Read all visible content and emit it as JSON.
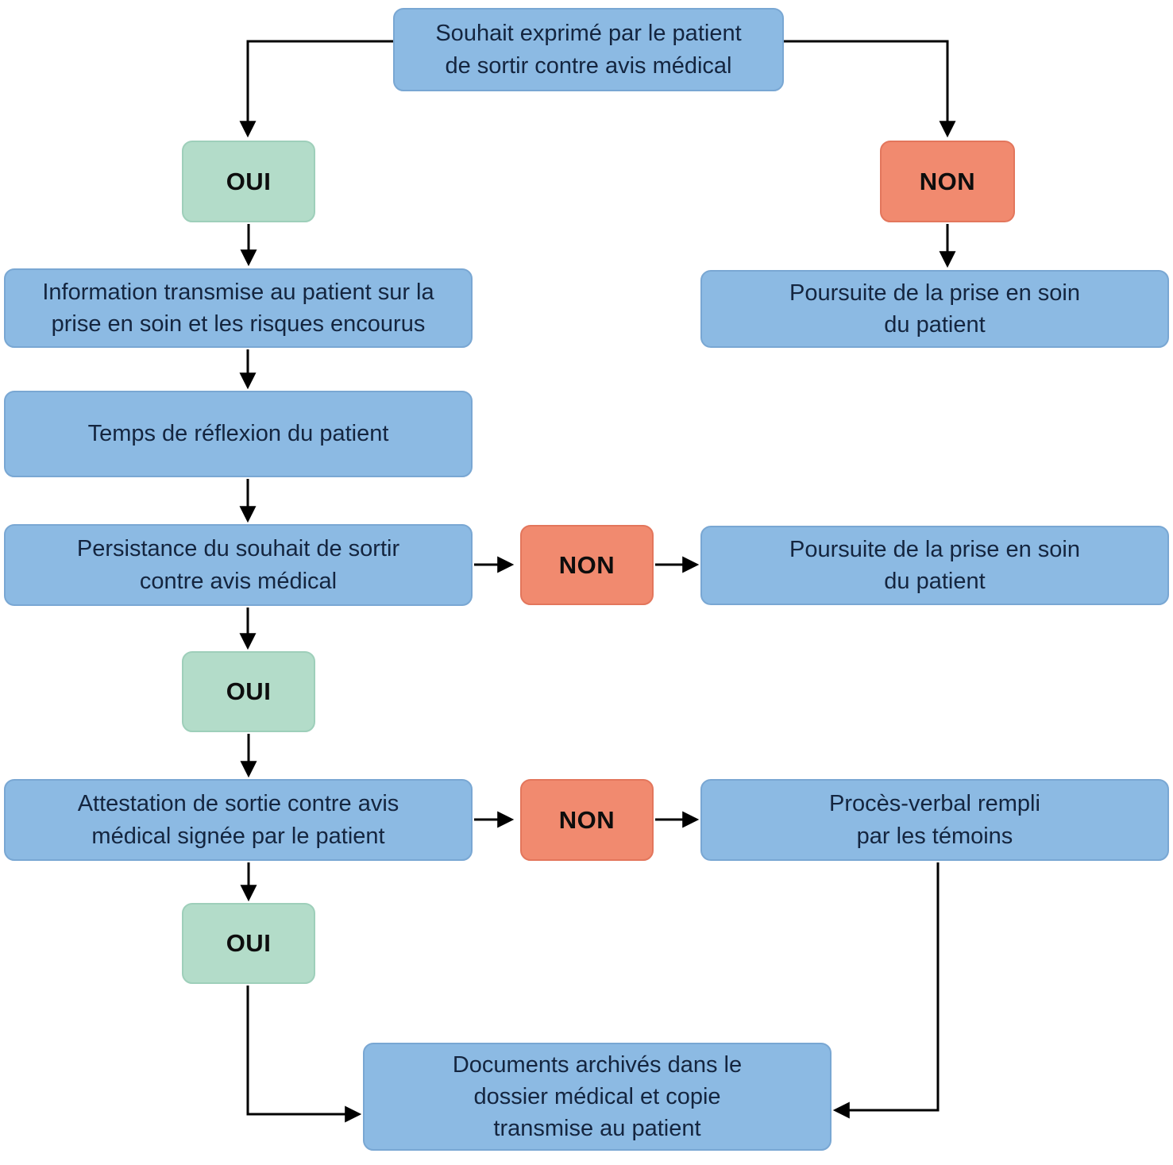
{
  "diagram": {
    "type": "flowchart",
    "language": "fr",
    "colors": {
      "process": "#8CBAE3",
      "process_border": "#79A7D3",
      "yes": "#B3DCC9",
      "yes_border": "#9ECFBA",
      "no": "#F18A6F",
      "no_border": "#E3765C",
      "text": "#14253F",
      "decision_text": "#0D0D0D",
      "line": "#000000"
    },
    "nodes": {
      "start": {
        "type": "step",
        "label": "Souhait exprimé par le patient\nde sortir contre avis médical"
      },
      "oui1": {
        "type": "yes",
        "label": "OUI"
      },
      "non1": {
        "type": "no",
        "label": "NON"
      },
      "info": {
        "type": "step",
        "label": "Information transmise au patient sur la\nprise en soin et les risques encourus"
      },
      "poursuite1": {
        "type": "step",
        "label": "Poursuite de la prise en soin\ndu patient"
      },
      "temps": {
        "type": "step",
        "label": "Temps de réflexion du patient"
      },
      "persistance": {
        "type": "step",
        "label": "Persistance du souhait de sortir\ncontre avis médical"
      },
      "non2": {
        "type": "no",
        "label": "NON"
      },
      "poursuite2": {
        "type": "step",
        "label": "Poursuite de la prise en soin\ndu patient"
      },
      "oui2": {
        "type": "yes",
        "label": "OUI"
      },
      "attestation": {
        "type": "step",
        "label": "Attestation de sortie contre avis\nmédical signée par le patient"
      },
      "non3": {
        "type": "no",
        "label": "NON"
      },
      "proces_verbal": {
        "type": "step",
        "label": "Procès-verbal rempli\npar les témoins"
      },
      "oui3": {
        "type": "yes",
        "label": "OUI"
      },
      "documents": {
        "type": "step",
        "label": "Documents archivés dans le\ndossier médical et copie\ntransmise au patient"
      }
    },
    "edges": [
      "start->OUI",
      "start->NON",
      "OUI->info",
      "NON->poursuite1",
      "info->temps",
      "temps->persistance",
      "persistance->NON->poursuite2",
      "persistance->OUI",
      "OUI->attestation",
      "attestation->NON->proces_verbal",
      "attestation->OUI",
      "OUI->documents",
      "proces_verbal->documents"
    ]
  }
}
